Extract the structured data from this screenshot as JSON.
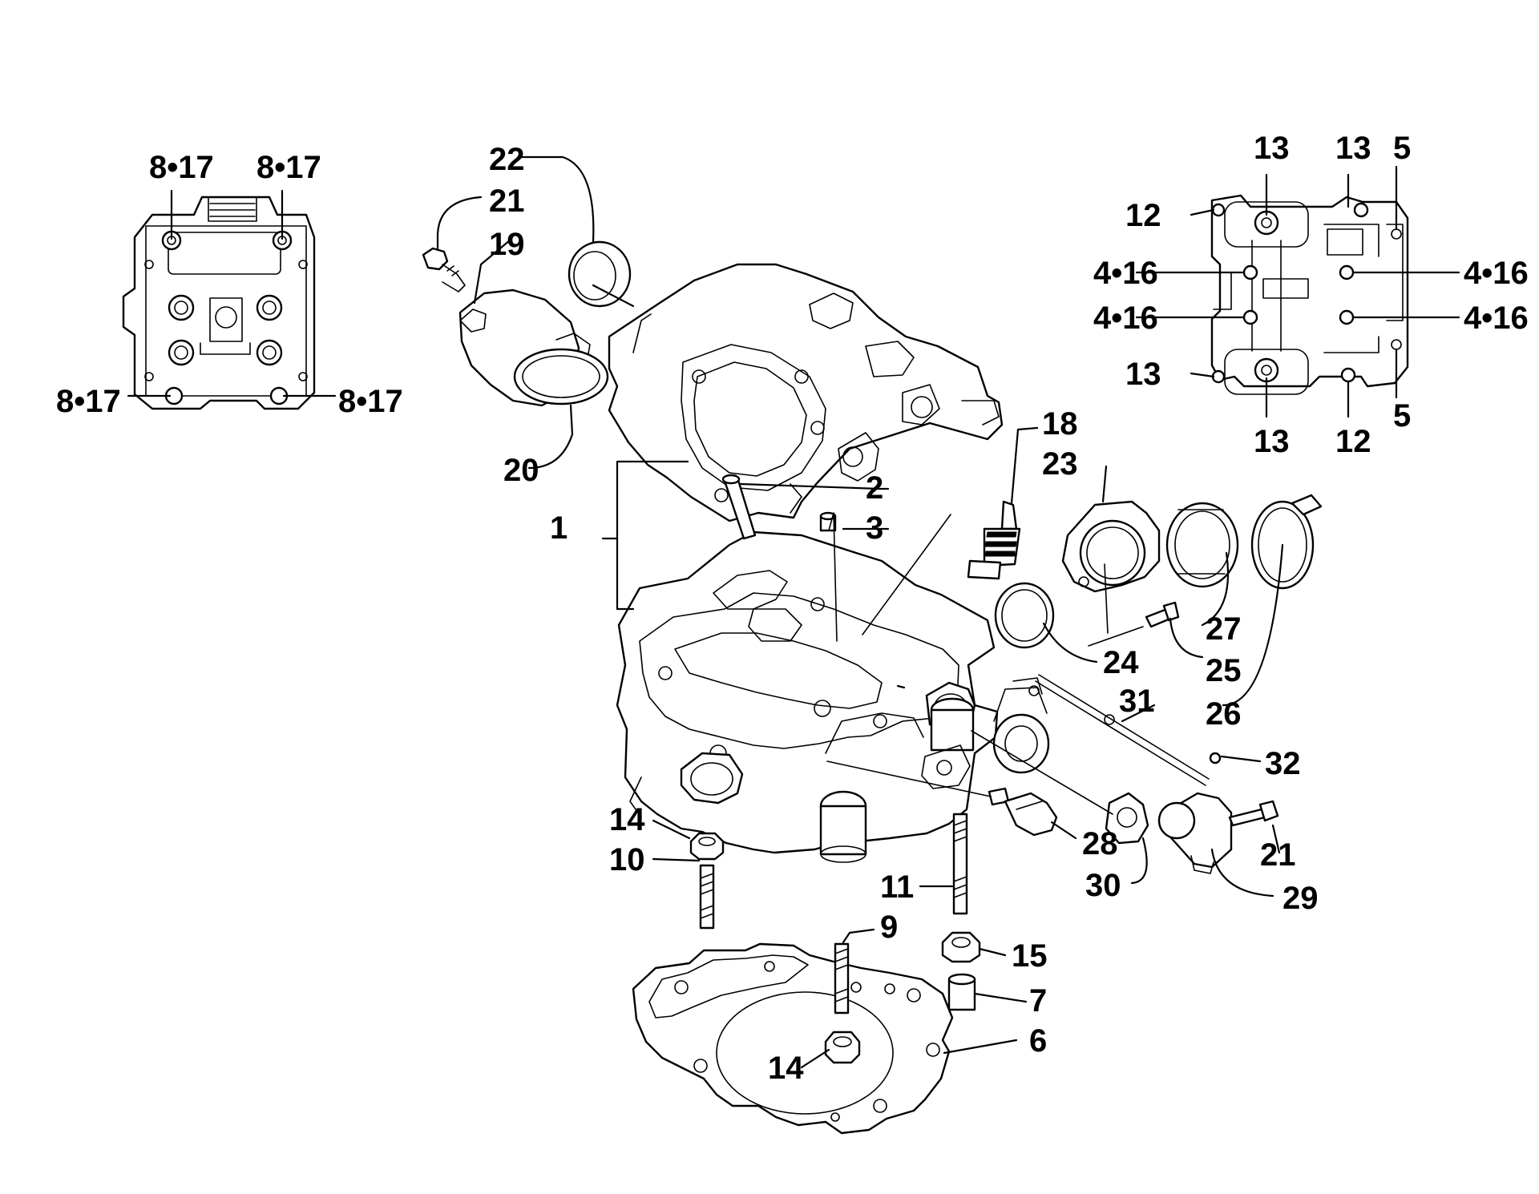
{
  "callouts": {
    "c_8_17_tl": "8•17",
    "c_8_17_tr": "8•17",
    "c_8_17_bl": "8•17",
    "c_8_17_br": "8•17",
    "c_22": "22",
    "c_21_top": "21",
    "c_19": "19",
    "c_20": "20",
    "c_1": "1",
    "c_2": "2",
    "c_3": "3",
    "c_18": "18",
    "c_23": "23",
    "c_24": "24",
    "c_25": "25",
    "c_26": "26",
    "c_27": "27",
    "c_31": "31",
    "c_32": "32",
    "c_21_bot": "21",
    "c_29": "29",
    "c_28": "28",
    "c_30": "30",
    "c_14_top": "14",
    "c_10": "10",
    "c_11": "11",
    "c_9": "9",
    "c_15": "15",
    "c_7": "7",
    "c_6": "6",
    "c_14_bot": "14",
    "c_13_a": "13",
    "c_13_b": "13",
    "c_5_top": "5",
    "c_12_top": "12",
    "c_4_16_l1": "4•16",
    "c_4_16_r1": "4•16",
    "c_4_16_l2": "4•16",
    "c_4_16_r2": "4•16",
    "c_13_c": "13",
    "c_5_bot": "5",
    "c_13_d": "13",
    "c_12_bot": "12"
  }
}
